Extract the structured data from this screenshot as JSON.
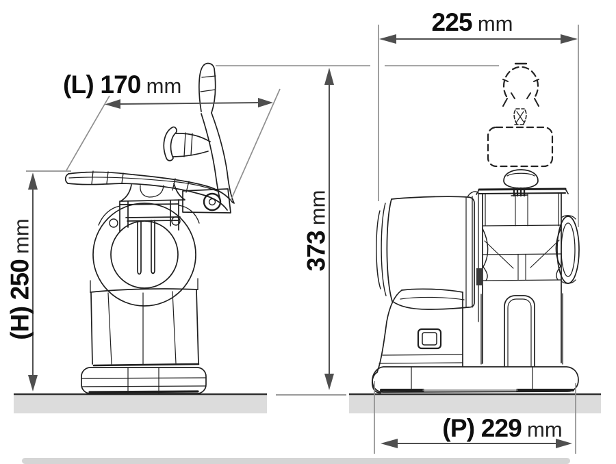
{
  "drawing_title": "",
  "dimensions": {
    "length": {
      "value": "(L) 170",
      "unit": "mm"
    },
    "width": {
      "value": "225",
      "unit": "mm"
    },
    "height": {
      "value": "(H) 250",
      "unit": "mm"
    },
    "total_height": {
      "value": "373",
      "unit": "mm"
    },
    "depth": {
      "value": "(P) 229",
      "unit": "mm"
    }
  },
  "colors": {
    "machine_line": "#1f1f1f",
    "dimension_line": "#4f4f4f",
    "extension_line": "#8f8f8f",
    "ground_fill": "#dcdcdc",
    "ground_line": "#2f2f2f",
    "text": "#0e0e0e"
  }
}
